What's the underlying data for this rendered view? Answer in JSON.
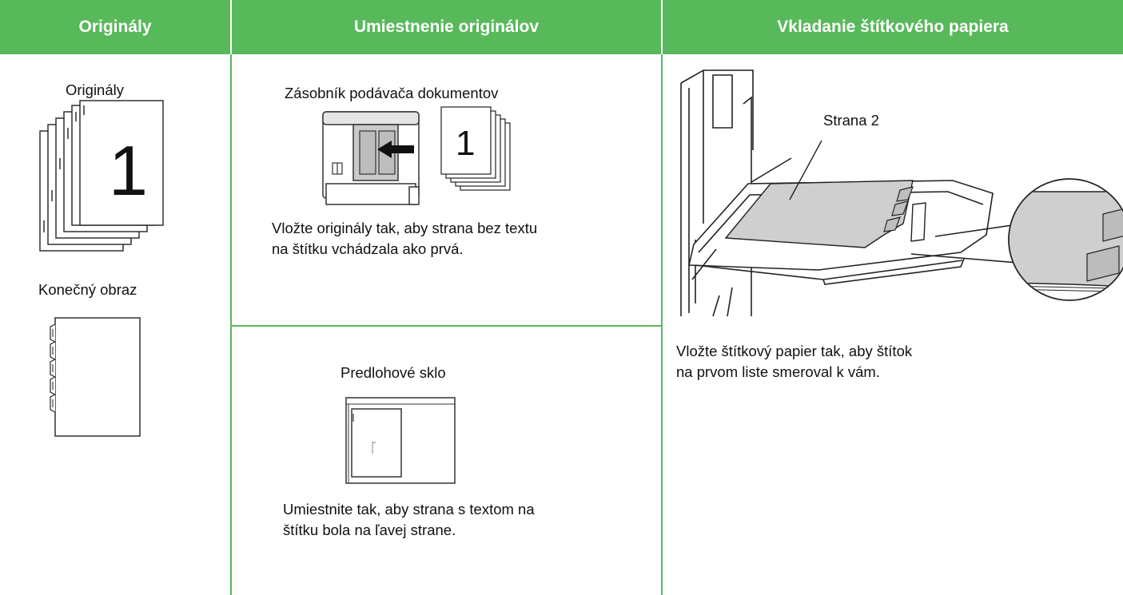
{
  "headers": [
    "Originály",
    "Umiestnenie originálov",
    "Vkladanie štítkového papiera"
  ],
  "col1": {
    "originals_label": "Originály",
    "sheet_number": "1",
    "final_label": "Konečný obraz"
  },
  "col2": {
    "feeder_title": "Zásobník podávača dokumentov",
    "feeder_sheet_number": "1",
    "feeder_line1": "Vložte originály tak, aby strana bez textu",
    "feeder_line2": "na štítku vchádzala ako prvá.",
    "glass_title": "Predlohové sklo",
    "glass_line1": "Umiestnite tak, aby strana s textom na",
    "glass_line2": "štítku bola na ľavej strane."
  },
  "col3": {
    "callout": "Strana 2",
    "line1": "Vložte štítkový papier tak, aby štítok",
    "line2": "na prvom liste smeroval k vám."
  },
  "colors": {
    "header_green": "#58b95b",
    "border_green": "#58b95b"
  }
}
